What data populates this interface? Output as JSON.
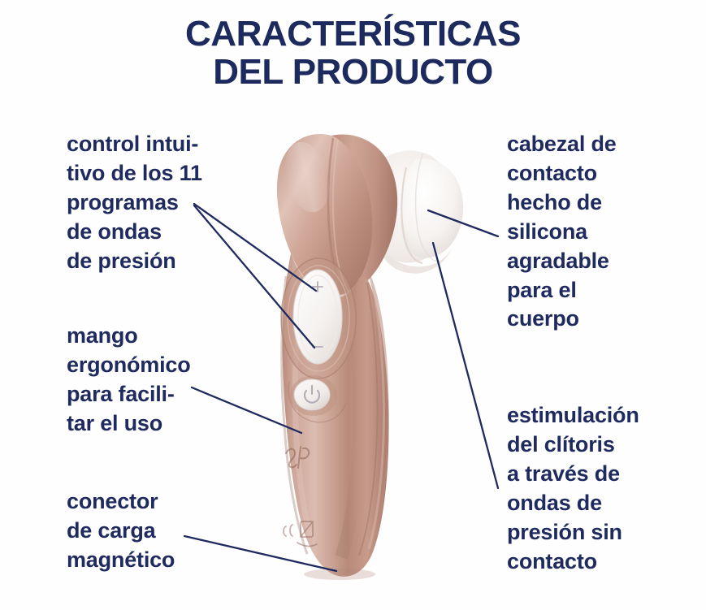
{
  "page": {
    "background_color": "#ffffff",
    "accent_color": "#1f2a5e",
    "product_color": "#c59b8b",
    "silicone_color": "#f7f5f4"
  },
  "header": {
    "title": "CARACTERÍSTICAS\nDEL PRODUCTO"
  },
  "callouts": {
    "control": {
      "text": "control intui-\ntivo de los 11\nprogramas\nde ondas\nde presión",
      "side": "left"
    },
    "mango": {
      "text": "mango\nergonómico\npara facili-\ntar el uso",
      "side": "left"
    },
    "conector": {
      "text": "conector\nde carga\nmagnético",
      "side": "left"
    },
    "cabezal": {
      "text": "cabezal de\ncontacto\nhecho de\nsilicona\nagradable\npara el\ncuerpo",
      "side": "right"
    },
    "estimulacion": {
      "text": "estimulación\ndel clítoris\na través de\nondas de\npresión sin\ncontacto",
      "side": "right"
    }
  },
  "product": {
    "name": "air-pulse-stimulator",
    "body_icons": {
      "power_button": "power-icon",
      "intensity_rocker": "plus-minus-rocker",
      "brand_mark": "brand-logo-mark",
      "compliance_marks": "ce-waste-icons"
    }
  }
}
